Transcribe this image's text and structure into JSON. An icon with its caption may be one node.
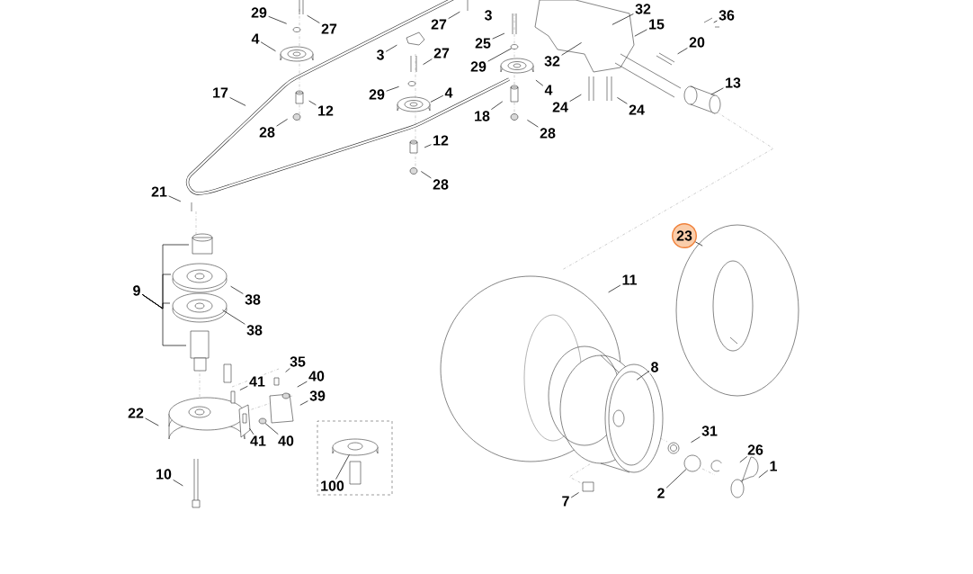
{
  "diagram": {
    "nodes": [
      {
        "text": [
          "29"
        ]
      },
      {
        "text": [
          "27"
        ]
      },
      {
        "text": [
          "4"
        ]
      },
      {
        "text": [
          "27"
        ]
      },
      {
        "text": [
          "3"
        ]
      },
      {
        "text": [
          "3"
        ]
      },
      {
        "text": [
          "27"
        ]
      },
      {
        "text": [
          "25"
        ]
      },
      {
        "text": [
          "29"
        ]
      },
      {
        "text": [
          "32"
        ]
      },
      {
        "text": [
          "32"
        ]
      },
      {
        "text": [
          "15"
        ]
      },
      {
        "text": [
          "36"
        ]
      },
      {
        "text": [
          "20"
        ]
      },
      {
        "text": [
          "17"
        ]
      },
      {
        "text": [
          "4"
        ]
      },
      {
        "text": [
          "29"
        ]
      },
      {
        "text": [
          "4"
        ]
      },
      {
        "text": [
          "12"
        ]
      },
      {
        "text": [
          "24"
        ]
      },
      {
        "text": [
          "24"
        ]
      },
      {
        "text": [
          "13"
        ]
      },
      {
        "text": [
          "18"
        ]
      },
      {
        "text": [
          "28"
        ]
      },
      {
        "text": [
          "28"
        ]
      },
      {
        "text": [
          "12"
        ]
      },
      {
        "text": [
          "28"
        ]
      },
      {
        "text": [
          "21"
        ]
      },
      {
        "text": [
          "23"
        ]
      },
      {
        "text": [
          "11"
        ]
      },
      {
        "text": [
          "9"
        ]
      },
      {
        "text": [
          "38"
        ]
      },
      {
        "text": [
          "38"
        ]
      },
      {
        "text": [
          "35"
        ]
      },
      {
        "text": [
          "40"
        ]
      },
      {
        "text": [
          "41"
        ]
      },
      {
        "text": [
          "39"
        ]
      },
      {
        "text": [
          "22"
        ]
      },
      {
        "text": [
          "41"
        ]
      },
      {
        "text": [
          "40"
        ]
      },
      {
        "text": [
          "8"
        ]
      },
      {
        "text": [
          "31"
        ]
      },
      {
        "text": [
          "26"
        ]
      },
      {
        "text": [
          "1"
        ]
      },
      {
        "text": [],
        "shape": "box"
      },
      {
        "text": [
          "100"
        ],
        "in": 44
      },
      {
        "text": [
          "10"
        ]
      },
      {
        "text": [
          "2"
        ]
      },
      {
        "text": [
          "7"
        ]
      },
      {
        "text": [],
        "shape": "circle"
      },
      {
        "text": [],
        "shape": "circle"
      },
      {
        "text": [],
        "shape": "circle"
      }
    ],
    "edges": [
      {
        "from": 0,
        "to": null,
        "arrow": "none"
      },
      {
        "from": 1,
        "to": null,
        "arrow": "none"
      },
      {
        "from": 2,
        "to": null,
        "arrow": "none"
      },
      {
        "from": 3,
        "to": null,
        "arrow": "none"
      },
      {
        "from": 5,
        "to": null,
        "arrow": "none"
      },
      {
        "from": 6,
        "to": null,
        "arrow": "none"
      },
      {
        "from": 7,
        "to": null,
        "arrow": "none"
      },
      {
        "from": 8,
        "to": 49,
        "arrow": "none"
      },
      {
        "from": 9,
        "to": null,
        "arrow": "none"
      },
      {
        "from": 10,
        "to": null,
        "arrow": "none"
      },
      {
        "from": 11,
        "to": null,
        "arrow": "none"
      },
      {
        "from": 12,
        "to": null,
        "arrow": "none"
      },
      {
        "from": 13,
        "to": null,
        "arrow": "none"
      },
      {
        "from": 14,
        "to": null,
        "arrow": "none"
      },
      {
        "from": 15,
        "to": null,
        "arrow": "none"
      },
      {
        "from": 16,
        "to": null,
        "arrow": "none"
      },
      {
        "from": 17,
        "to": null,
        "arrow": "none"
      },
      {
        "from": 18,
        "to": null,
        "arrow": "none"
      },
      {
        "from": 19,
        "to": null,
        "arrow": "none"
      },
      {
        "from": 20,
        "to": null,
        "arrow": "none"
      },
      {
        "from": 21,
        "to": null,
        "arrow": "none"
      },
      {
        "from": 22,
        "to": null,
        "arrow": "none"
      },
      {
        "from": 23,
        "to": null,
        "arrow": "none"
      },
      {
        "from": 24,
        "to": null,
        "arrow": "none"
      },
      {
        "from": 25,
        "to": null,
        "arrow": "none"
      },
      {
        "from": 26,
        "to": null,
        "arrow": "none"
      },
      {
        "from": 27,
        "to": null,
        "arrow": "none"
      },
      {
        "from": 28,
        "to": null,
        "arrow": "none"
      },
      {
        "from": 29,
        "to": null,
        "arrow": "none"
      },
      {
        "from": 30,
        "to": null,
        "arrow": "none"
      },
      {
        "from": 30,
        "to": null,
        "arrow": "none"
      },
      {
        "from": 30,
        "to": null,
        "arrow": "none"
      },
      {
        "from": 30,
        "to": null,
        "arrow": "none"
      },
      {
        "from": 31,
        "to": null,
        "arrow": "none"
      },
      {
        "from": 32,
        "to": null,
        "arrow": "none"
      },
      {
        "from": 33,
        "to": null,
        "arrow": "none"
      },
      {
        "from": 34,
        "to": null,
        "arrow": "none"
      },
      {
        "from": 35,
        "to": null,
        "arrow": "none"
      },
      {
        "from": 36,
        "to": null,
        "arrow": "none"
      },
      {
        "from": 37,
        "to": null,
        "arrow": "none"
      },
      {
        "from": 38,
        "to": null,
        "arrow": "none"
      },
      {
        "from": 39,
        "to": 50,
        "arrow": "none"
      },
      {
        "from": 40,
        "to": null,
        "arrow": "none"
      },
      {
        "from": 41,
        "to": null,
        "arrow": "none"
      },
      {
        "from": 42,
        "to": null,
        "arrow": "none"
      },
      {
        "from": 43,
        "to": null,
        "arrow": "none"
      },
      {
        "from": 45,
        "to": null,
        "arrow": "none"
      },
      {
        "from": 46,
        "to": null,
        "arrow": "none"
      },
      {
        "from": 47,
        "to": 51,
        "arrow": "none"
      },
      {
        "from": 48,
        "to": null,
        "arrow": "none"
      }
    ]
  }
}
